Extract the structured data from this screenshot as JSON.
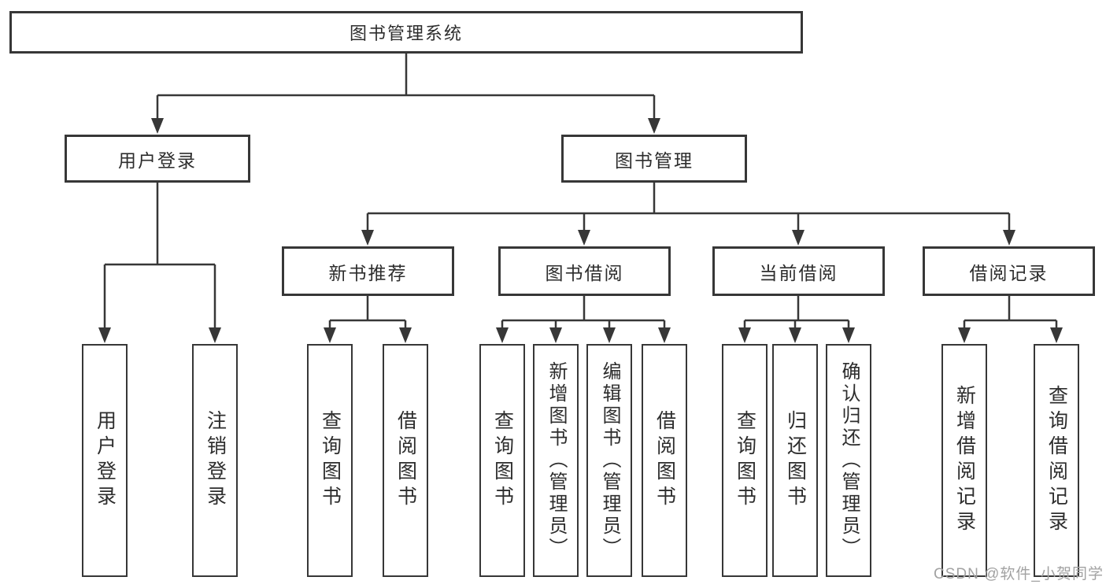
{
  "tree": {
    "root": {
      "label": "图书管理系统",
      "children": [
        {
          "label": "用户登录",
          "children": [
            {
              "label": "用户登录"
            },
            {
              "label": "注销登录"
            }
          ]
        },
        {
          "label": "图书管理",
          "children": [
            {
              "label": "新书推荐",
              "children": [
                {
                  "label": "查询图书"
                },
                {
                  "label": "借阅图书"
                }
              ]
            },
            {
              "label": "图书借阅",
              "children": [
                {
                  "label": "查询图书"
                },
                {
                  "label": "新增图书（管理员）"
                },
                {
                  "label": "编辑图书（管理员）"
                },
                {
                  "label": "借阅图书"
                }
              ]
            },
            {
              "label": "当前借阅",
              "children": [
                {
                  "label": "查询图书"
                },
                {
                  "label": "归还图书"
                },
                {
                  "label": "确认归还（管理员）"
                }
              ]
            },
            {
              "label": "借阅记录",
              "children": [
                {
                  "label": "新增借阅记录"
                },
                {
                  "label": "查询借阅记录"
                }
              ]
            }
          ]
        }
      ]
    }
  },
  "watermark": {
    "text": "CSDN @软件_小贺同学"
  },
  "colors": {
    "line": "#373737",
    "node_border": "#373737",
    "text": "#2d2d2d",
    "watermark": "#a2a2a2",
    "background": "#ffffff"
  }
}
